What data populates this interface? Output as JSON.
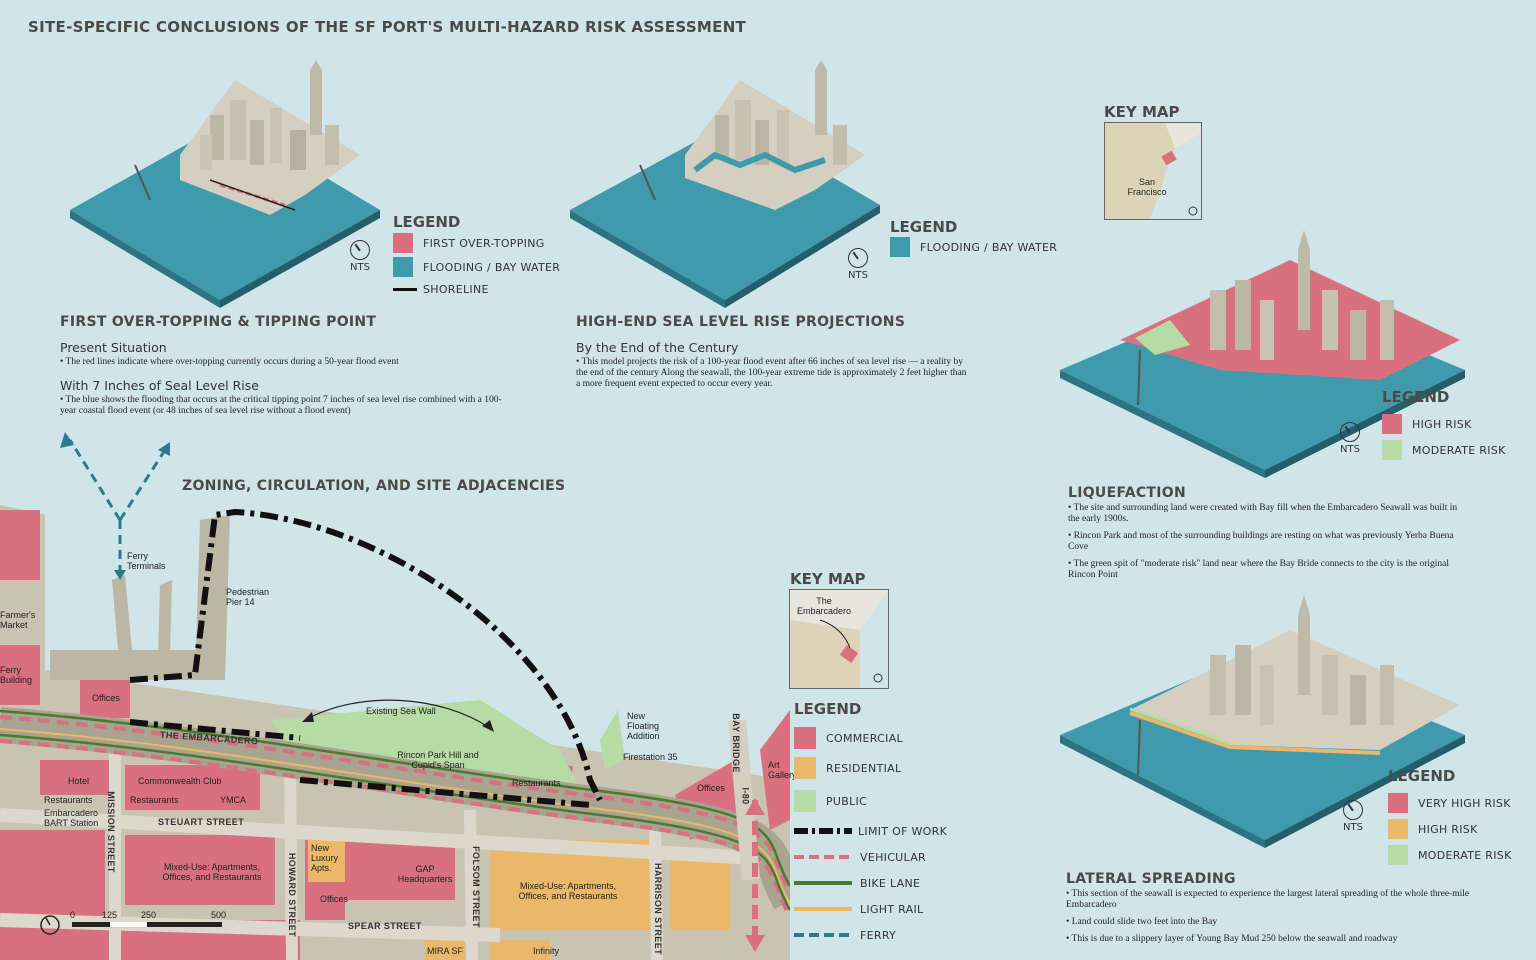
{
  "title": "SITE-SPECIFIC CONCLUSIONS OF THE SF PORT'S MULTI-HAZARD RISK ASSESSMENT",
  "colors": {
    "water": "#3f9aab",
    "pink": "#d8707e",
    "green": "#b6dba4",
    "orange": "#e9b86b",
    "building": "#d4cfc0",
    "land": "#c9c4b1",
    "bg": "#cfe5ea"
  },
  "panel1": {
    "legend_title": "LEGEND",
    "nts": "NTS",
    "legend": [
      {
        "label": "FIRST OVER-TOPPING",
        "icon": "pink-swatch"
      },
      {
        "label": "FLOODING / BAY WATER",
        "icon": "teal-swatch"
      },
      {
        "label": "SHORELINE",
        "icon": "shoreline-line"
      }
    ],
    "heading": "FIRST OVER-TOPPING & TIPPING POINT",
    "sub1": "Present Situation",
    "text1": "•  The red lines indicate where over-topping currently occurs during a 50-year flood event",
    "sub2": "With 7 Inches of Seal Level Rise",
    "text2": "•  The blue shows the flooding that occurs at the critical tipping point 7 inches of sea level rise combined with a 100-year coastal flood event (or 48 inches of sea level rise without a flood event)"
  },
  "panel2": {
    "legend_title": "LEGEND",
    "nts": "NTS",
    "legend": [
      {
        "label": "FLOODING / BAY WATER",
        "icon": "teal-swatch"
      }
    ],
    "heading": "HIGH-END SEA LEVEL RISE PROJECTIONS",
    "sub1": "By the End of the Century",
    "text1": "•  This model projects the risk of a 100-year flood event after 66 inches of sea level rise — a reality by the end of the century Along the seawall, the 100-year extreme tide is approximately 2 feet higher than a more frequent event expected to occur every year."
  },
  "keymap_top": {
    "title": "KEY MAP",
    "label": "San Francisco"
  },
  "panel3": {
    "legend_title": "LEGEND",
    "nts": "NTS",
    "legend": [
      {
        "label": "HIGH RISK",
        "icon": "pink-swatch"
      },
      {
        "label": "MODERATE RISK",
        "icon": "green-swatch"
      }
    ],
    "heading": "LIQUEFACTION",
    "bullets": [
      "•  The site and surrounding land were created with Bay fill when the Embarcadero Seawall was built in the early 1900s.",
      "•  Rincon Park and most of the surrounding buildings are resting on what was previously Yerba Buena Cove",
      "•  The green spit of \"moderate risk\"  land near where the Bay Bride connects to the city is the original Rincon Point"
    ]
  },
  "panel4": {
    "legend_title": "LEGEND",
    "nts": "NTS",
    "legend": [
      {
        "label": "VERY HIGH RISK",
        "icon": "pink-swatch"
      },
      {
        "label": "HIGH RISK",
        "icon": "orange-swatch"
      },
      {
        "label": "MODERATE RISK",
        "icon": "green-swatch"
      }
    ],
    "heading": "LATERAL SPREADING",
    "bullets": [
      "•  This section of the seawall is expected to experience the largest lateral spreading of the whole three-mile Embarcadero",
      "•  Land could slide two feet into the Bay",
      "•  This is due to a slippery layer of Young Bay Mud 250 below the seawall and roadway"
    ]
  },
  "zoning": {
    "heading": "ZONING, CIRCULATION, AND SITE ADJACENCIES",
    "keymap_title": "KEY MAP",
    "keymap_label": "The Embarcadero",
    "legend_title": "LEGEND",
    "legend": [
      {
        "label": "COMMERCIAL",
        "icon": "pink-swatch"
      },
      {
        "label": "RESIDENTIAL",
        "icon": "orange-swatch"
      },
      {
        "label": "PUBLIC",
        "icon": "green-swatch"
      },
      {
        "label": "LIMIT OF WORK",
        "icon": "limit-line"
      },
      {
        "label": "VEHICULAR",
        "icon": "vehicular-arrow"
      },
      {
        "label": "BIKE LANE",
        "icon": "bike-arrow"
      },
      {
        "label": "LIGHT RAIL",
        "icon": "rail-arrow"
      },
      {
        "label": "FERRY",
        "icon": "ferry-arrow"
      }
    ],
    "labels": {
      "ferry_terminals": "Ferry Terminals",
      "pier14": "Pedestrian Pier 14",
      "farmers": "Farmer's Market",
      "ferry_building": "Ferry Building",
      "offices1": "Offices",
      "seawall": "Existing Sea Wall",
      "embarcadero": "THE EMBARCADERO",
      "rincon": "Rincon Park Hill and Cupid's Span",
      "restaurants_rincon": "Restaurants",
      "floating": "New Floating Addition",
      "firestation": "Firestation 35",
      "offices2": "Offices",
      "art": "Art Gallery",
      "baybridge": "BAY BRIDGE",
      "i80": "I-80",
      "hotel": "Hotel",
      "restaurants1": "Restaurants",
      "bart": "Embarcadero BART Station",
      "commonwealth": "Commonwealth Club",
      "restaurants2": "Restaurants",
      "ymca": "YMCA",
      "mission": "MISSION STREET",
      "steuart": "STEUART STREET",
      "mixed1": "Mixed-Use: Apartments, Offices, and Restaurants",
      "howard": "HOWARD STREET",
      "luxury": "New Luxury Apts.",
      "gap": "GAP Headquarters",
      "offices3": "Offices",
      "folsom": "FOLSOM STREET",
      "mixed2": "Mixed-Use: Apartments, Offices, and Restaurants",
      "harrison": "HARRISON STREET",
      "spear": "SPEAR STREET",
      "mira": "MIRA SF",
      "infinity": "Infinity",
      "scale": [
        "0",
        "125",
        "250",
        "500"
      ]
    }
  }
}
